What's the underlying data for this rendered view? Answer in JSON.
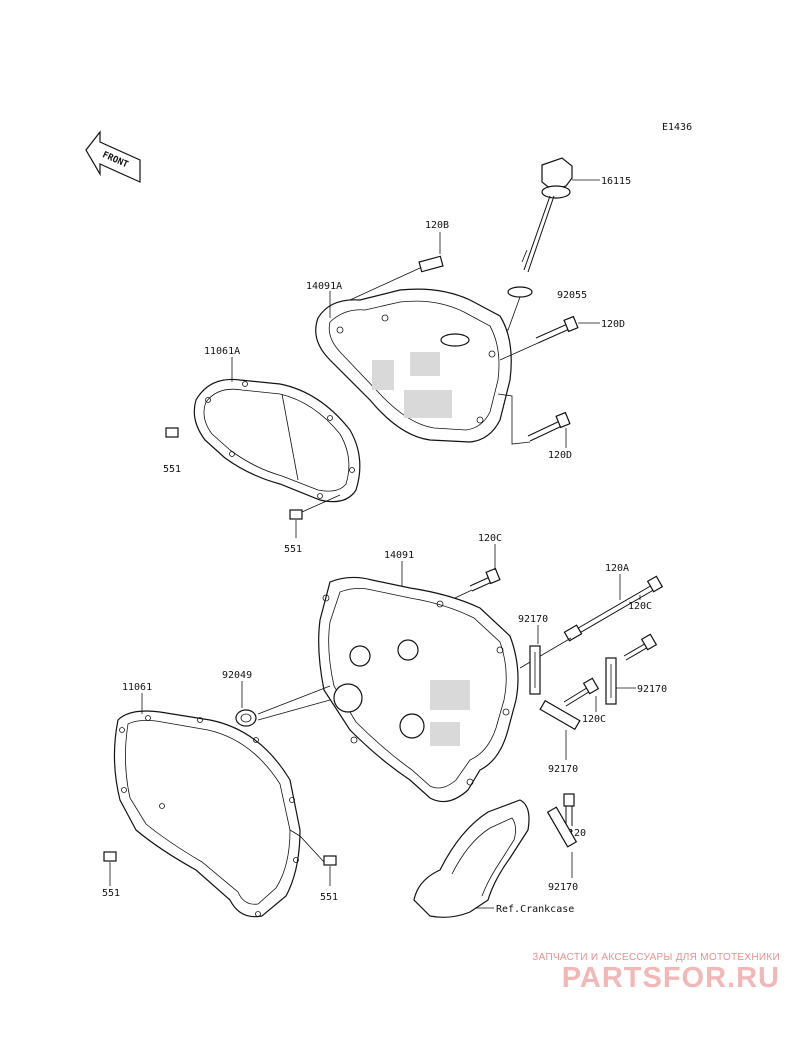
{
  "diagram_code": "E1436",
  "front_label": "FRONT",
  "labels": {
    "p16115": "16115",
    "p120B": "120B",
    "p14091A": "14091A",
    "p92055": "92055",
    "p120D_a": "120D",
    "p11061A": "11061A",
    "p551_a": "551",
    "p120D_b": "120D",
    "p551_b": "551",
    "p120C_a": "120C",
    "p14091": "14091",
    "p120A": "120A",
    "p120C_b": "120C",
    "p92170_a": "92170",
    "p11061": "11061",
    "p92049": "92049",
    "p92170_b": "92170",
    "p120C_c": "120C",
    "p92170_c": "92170",
    "p120": "120",
    "p551_c": "551",
    "p551_d": "551",
    "p92170_d": "92170",
    "ref_crankcase": "Ref.Crankcase"
  },
  "watermark": {
    "tagline": "ЗАПЧАСТИ И АКСЕССУАРЫ ДЛЯ МОТОТЕХНИКИ",
    "logo": "PARTSFOR.RU"
  }
}
